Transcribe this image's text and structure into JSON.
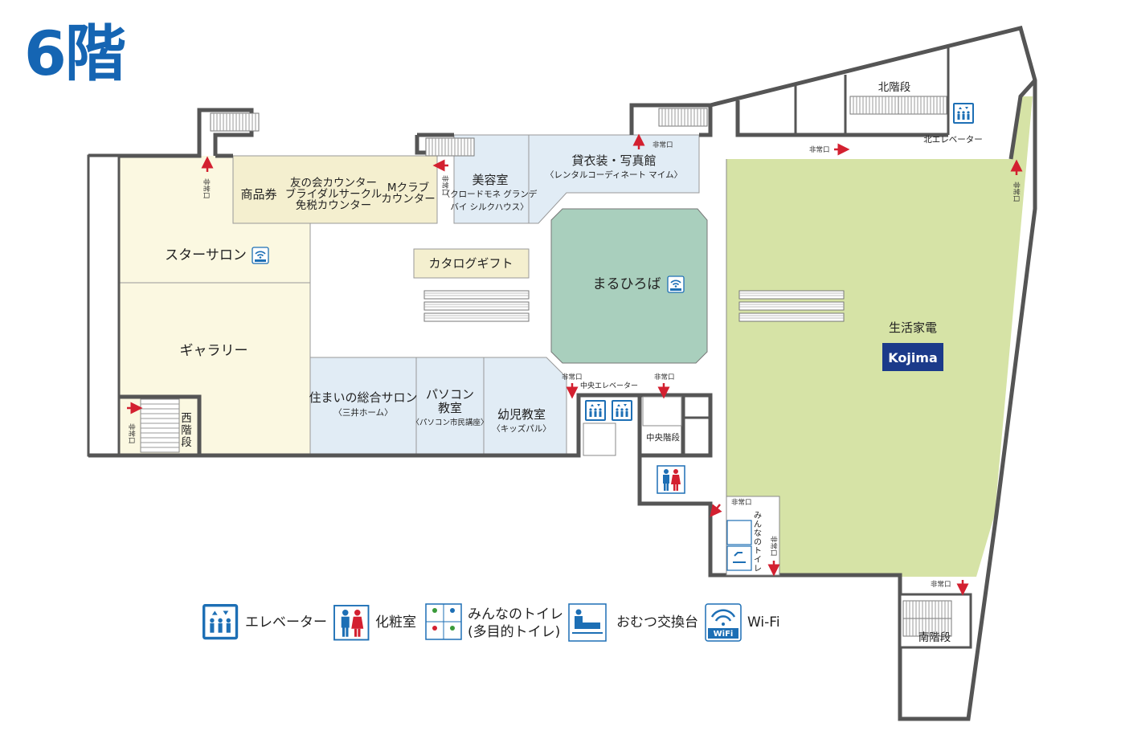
{
  "floor_title": "6階",
  "rooms": {
    "shohinken": "商品券",
    "tomonokai_1": "友の会カウンター",
    "tomonokai_2": "ブライダルサークル",
    "tomonokai_3": "免税カウンター",
    "mclub_1": "Mクラブ",
    "mclub_2": "カウンター",
    "biyoshitsu": "美容室",
    "biyoshitsu_sub1": "〈クロードモネ グランデ",
    "biyoshitsu_sub2": "バイ シルクハウス〉",
    "kashiisho": "貸衣装・写真館",
    "kashiisho_sub": "〈レンタルコーディネート マイム〉",
    "star_salon": "スターサロン",
    "catalog_gift": "カタログギフト",
    "maruhiroba": "まるひろば",
    "gallery": "ギャラリー",
    "sumai": "住まいの総合サロン",
    "sumai_sub": "〈三井ホーム〉",
    "pc_1": "パソコン",
    "pc_2": "教室",
    "pc_sub": "〈パソコン市民講座〉",
    "yoji": "幼児教室",
    "yoji_sub": "〈キッズパル〉",
    "seikatsu_kaden": "生活家電",
    "brand_logo": "Kojima",
    "kita_kaidan": "北階段",
    "kita_ev": "北エレベーター",
    "chuo_ev": "中央エレベーター",
    "chuo_kaidan": "中央階段",
    "nishi_kaidan_1": "西",
    "nishi_kaidan_2": "階",
    "nishi_kaidan_3": "段",
    "minna_toilet_v": [
      "み",
      "ん",
      "な",
      "の",
      "ト",
      "イ",
      "レ"
    ],
    "minami_kaidan": "南階段"
  },
  "exit_label": "非常口",
  "legend": {
    "elevator": "エレベーター",
    "restroom": "化粧室",
    "minna_1": "みんなのトイレ",
    "minna_2": "(多目的トイレ)",
    "diaper": "おむつ交換台",
    "wifi": "Wi-Fi",
    "wifi_icon_text": "WiFi"
  },
  "colors": {
    "title": "#1565b3",
    "yellow_area": "#fbf8e1",
    "tan_area": "#f4efcf",
    "blue_area": "#e1ecf5",
    "green_plaza": "#a9cfbd",
    "lime_area": "#d6e3a6",
    "wall": "#555555",
    "exit_arrow": "#d32030",
    "icon_blue": "#1d6fb5"
  }
}
